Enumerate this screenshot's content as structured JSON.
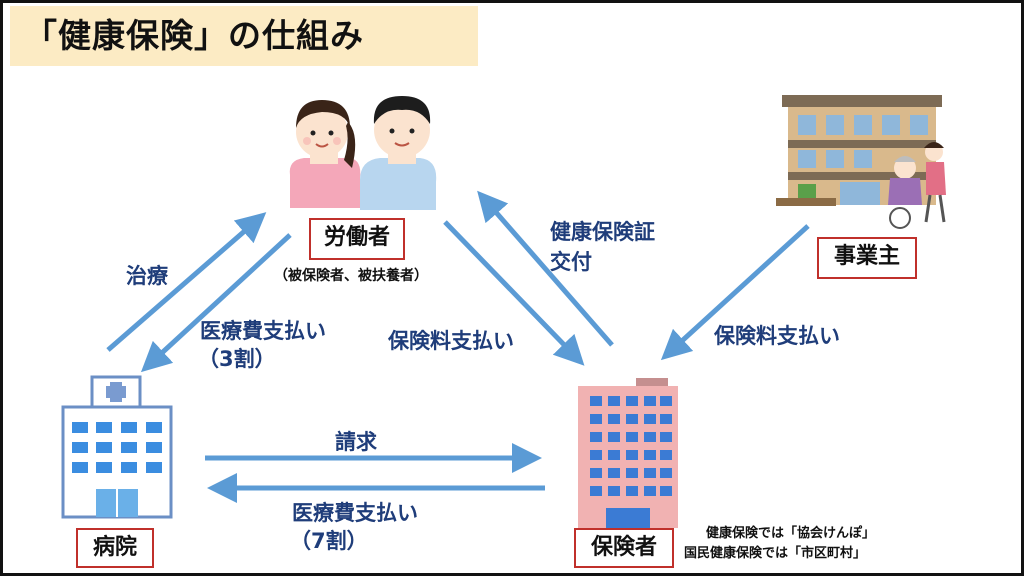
{
  "title": "「健康保険」の仕組み",
  "nodes": {
    "worker": {
      "label": "労働者",
      "sub": "（被保険者、被扶養者）"
    },
    "employer": {
      "label": "事業主"
    },
    "hospital": {
      "label": "病院"
    },
    "insurer": {
      "label": "保険者"
    }
  },
  "flows": {
    "treatment": "治療",
    "medical_fee_3": "医療費支払い",
    "medical_fee_3_ratio": "（3割）",
    "premium_worker": "保険料支払い",
    "card_line1": "健康保険証",
    "card_line2": "交付",
    "premium_employer": "保険料支払い",
    "claim": "請求",
    "medical_fee_7": "医療費支払い",
    "medical_fee_7_ratio": "（7割）"
  },
  "note": {
    "line1": "健康保険では「協会けんぽ」",
    "line2": "国民健康保険では「市区町村」"
  },
  "colors": {
    "arrow": "#5b9bd5",
    "label_text": "#1f3d7a",
    "box_border": "#c0302b",
    "title_bg": "#fcebc4"
  }
}
